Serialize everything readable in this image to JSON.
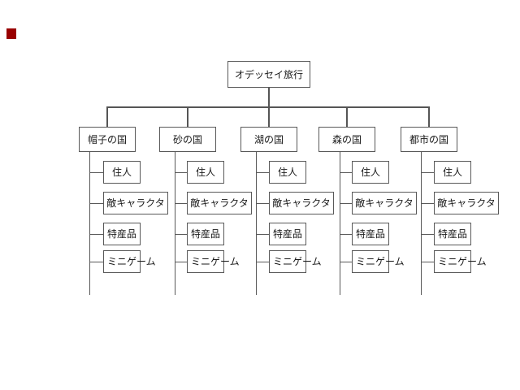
{
  "diagram": {
    "root": {
      "label": "オデッセイ旅行"
    },
    "branches": [
      {
        "label": "帽子の国",
        "children": [
          "住人",
          "敵キャラクタ",
          "特産品",
          "ミニゲーム"
        ]
      },
      {
        "label": "砂の国",
        "children": [
          "住人",
          "敵キャラクタ",
          "特産品",
          "ミニゲーム"
        ]
      },
      {
        "label": "湖の国",
        "children": [
          "住人",
          "敵キャラクタ",
          "特産品",
          "ミニゲーム"
        ]
      },
      {
        "label": "森の国",
        "children": [
          "住人",
          "敵キャラクタ",
          "特産品",
          "ミニゲーム"
        ]
      },
      {
        "label": "都市の国",
        "children": [
          "住人",
          "敵キャラクタ",
          "特産品",
          "ミニゲーム"
        ]
      }
    ]
  },
  "colors": {
    "line": "#595959",
    "connector": "#555555",
    "text": "#1a1a1a",
    "background": "#ffffff",
    "marker": "#990000"
  }
}
